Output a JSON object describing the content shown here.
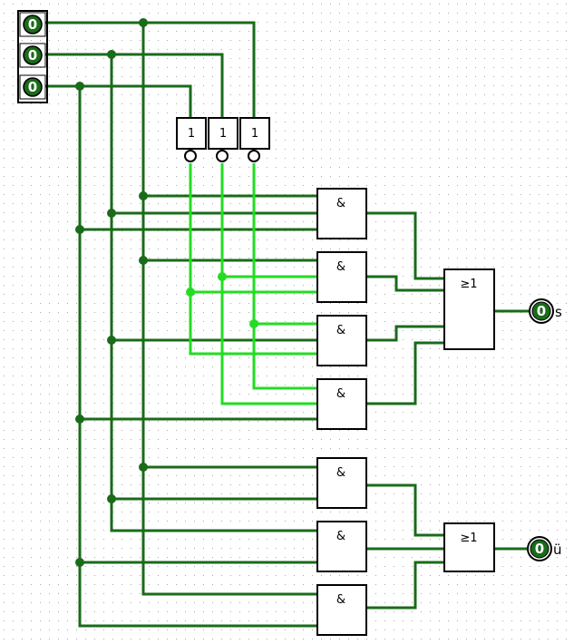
{
  "circuit": {
    "inputs": [
      {
        "label": "0"
      },
      {
        "label": "0"
      },
      {
        "label": "0"
      }
    ],
    "not_gates": [
      {
        "label": "1"
      },
      {
        "label": "1"
      },
      {
        "label": "1"
      }
    ],
    "and_gates": [
      {
        "label": "&"
      },
      {
        "label": "&"
      },
      {
        "label": "&"
      },
      {
        "label": "&"
      },
      {
        "label": "&"
      },
      {
        "label": "&"
      },
      {
        "label": "&"
      }
    ],
    "or_gates": [
      {
        "label": "≥1"
      },
      {
        "label": "≥1"
      }
    ],
    "outputs": [
      {
        "value": "0",
        "name": "s"
      },
      {
        "value": "0",
        "name": "ü"
      }
    ]
  },
  "colors": {
    "wire_low": "#1a6b1a",
    "wire_high": "#22dd22",
    "pin_fill": "#1a6b1a",
    "grid_dot": "#9a9a9a",
    "gate_stroke": "#000000"
  }
}
